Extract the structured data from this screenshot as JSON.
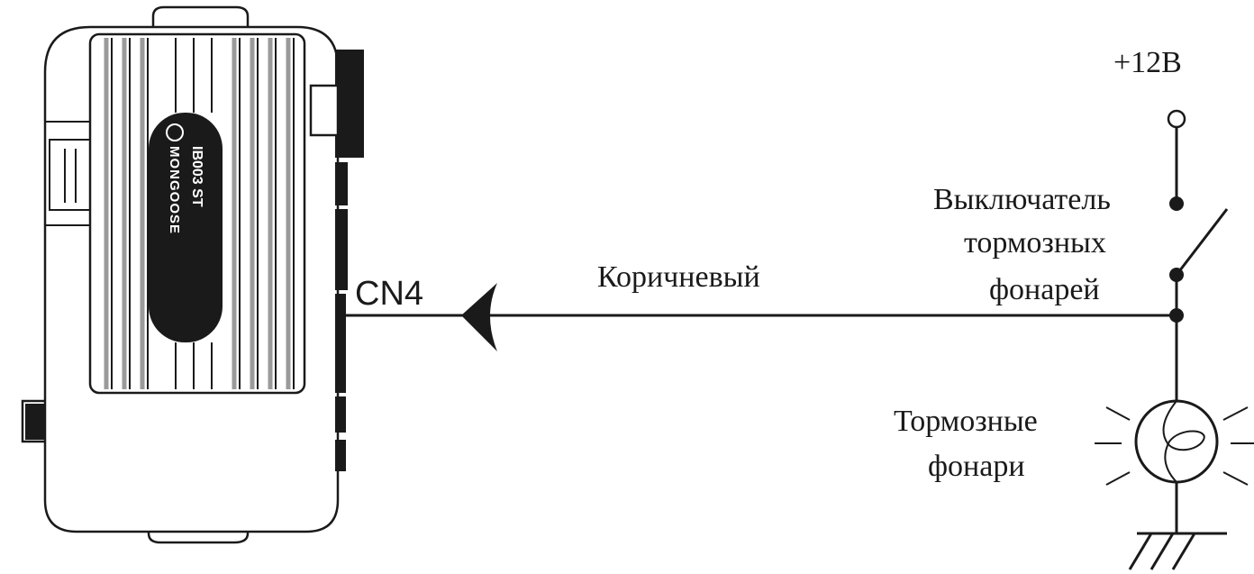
{
  "module": {
    "brand": "MONGOOSE",
    "model": "IB003 ST",
    "connector_label": "CN4"
  },
  "wire": {
    "color_label": "Коричневый"
  },
  "power": {
    "label": "+12В"
  },
  "switch": {
    "label_line1": "Выключатель",
    "label_line2": "тормозных",
    "label_line3": "фонарей"
  },
  "lamps": {
    "label_line1": "Тормозные",
    "label_line2": "фонари"
  },
  "icons": [
    "arrow-left-icon",
    "switch-icon",
    "lamp-icon",
    "ground-icon",
    "terminal-icon"
  ],
  "colors": {
    "ink": "#1a1a1a",
    "label_bg": "#1a1a1a",
    "label_text": "#ffffff"
  }
}
